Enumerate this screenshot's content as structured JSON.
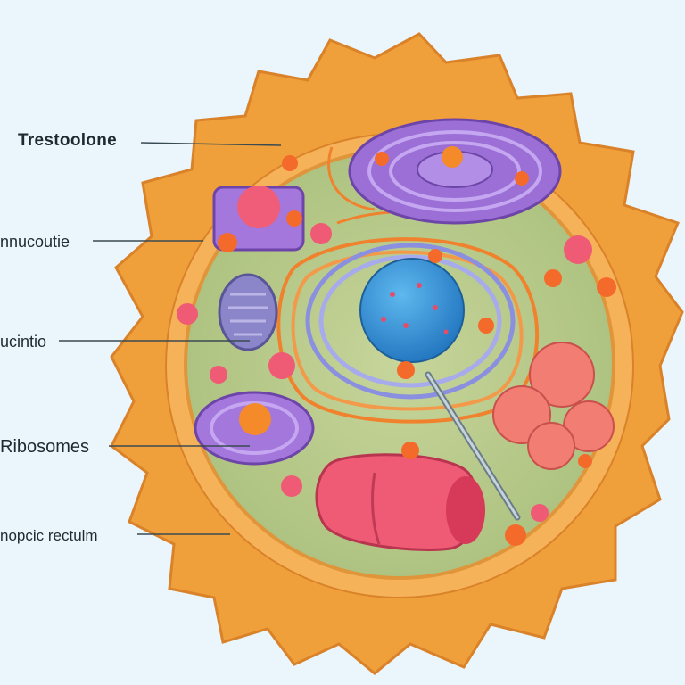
{
  "labels": [
    {
      "id": "trestoolone",
      "text": "Trestoolone"
    },
    {
      "id": "nnucoutie",
      "text": "nnucoutie"
    },
    {
      "id": "ucintio",
      "text": "ucintio"
    },
    {
      "id": "ribosomes",
      "text": "Ribosomes"
    },
    {
      "id": "nopcic-rectulm",
      "text": "nopcic rectulm"
    }
  ],
  "colors": {
    "background": "#eaf6fb",
    "membrane": "#f3a13c",
    "cytoplasm": "#b7c98a",
    "nucleus": "#2f8fd0",
    "golgi": "#9b6fd6",
    "mitochondrion": "#e95a72",
    "vesicle": "#f46a2a",
    "label_text": "#1f2a30"
  },
  "icons": [
    "cell-diagram"
  ]
}
